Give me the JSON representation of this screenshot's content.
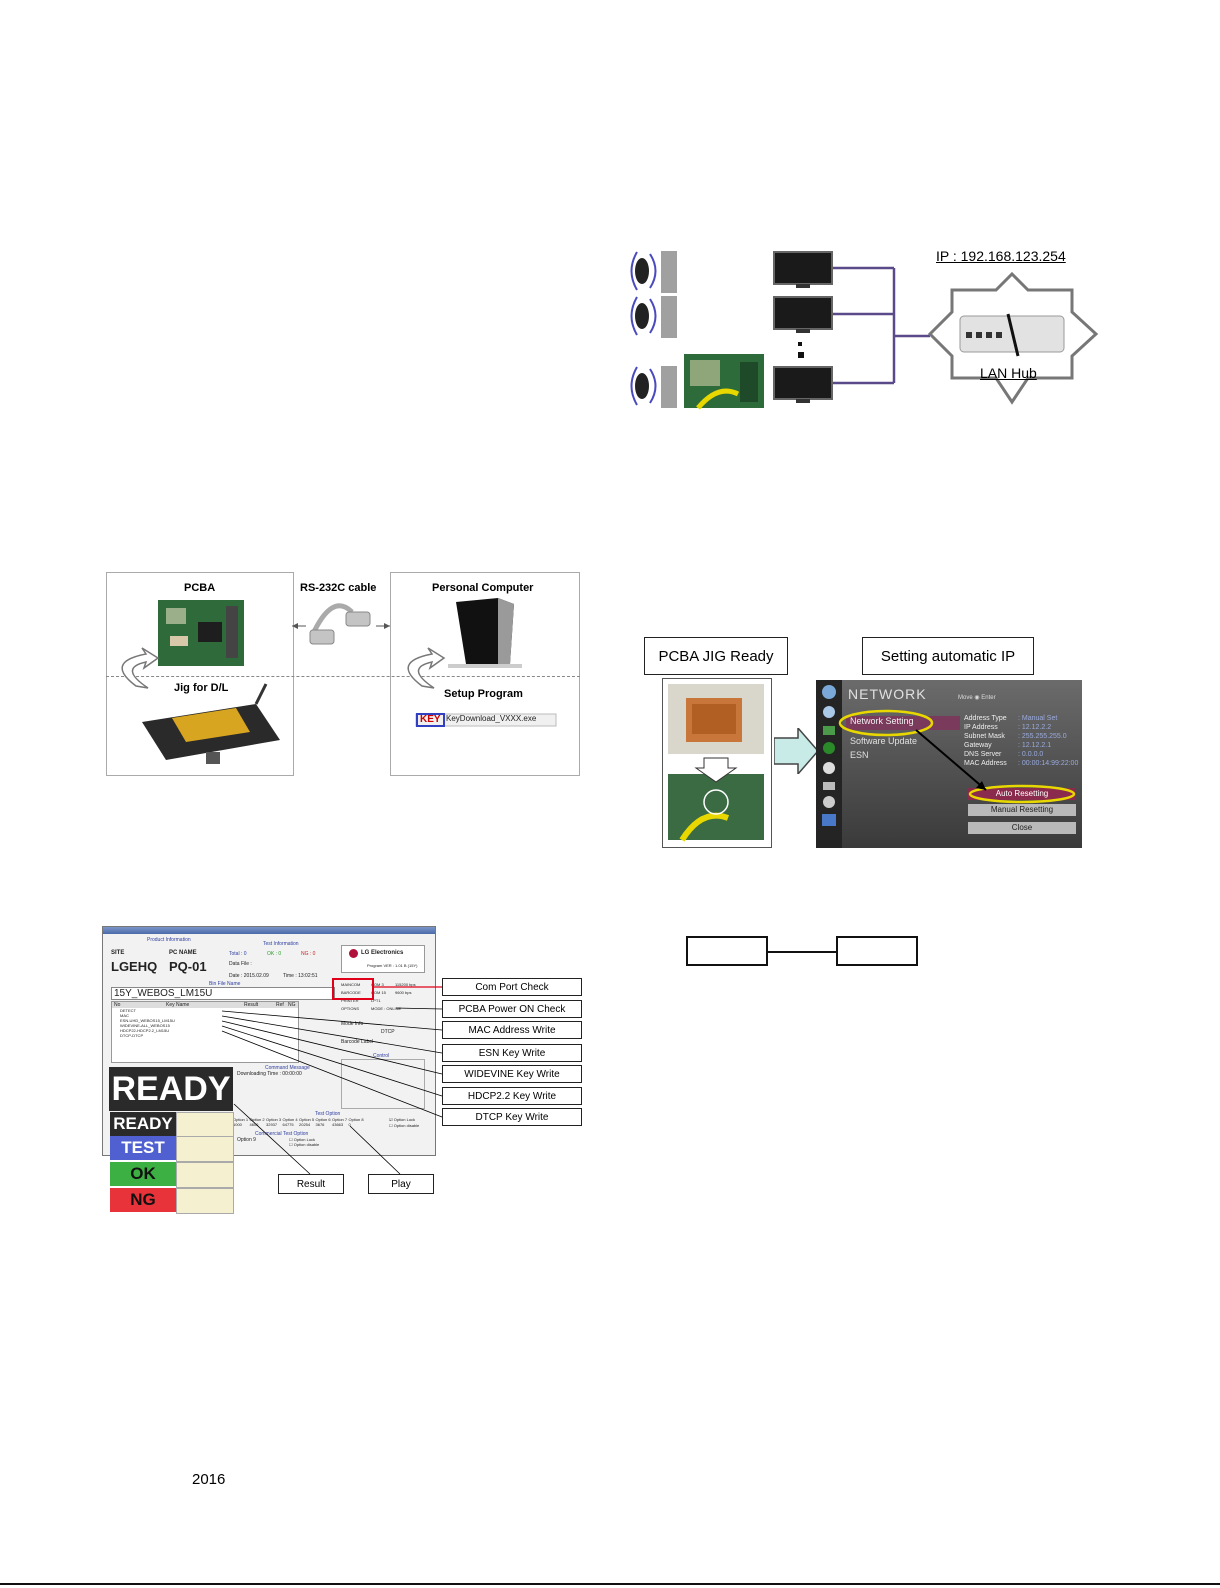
{
  "network_figure": {
    "ip_label": "IP : 192.168.123.254",
    "hub_label": "LAN Hub"
  },
  "pcba_figure": {
    "pcba_title": "PCBA",
    "cable_title": "RS-232C cable",
    "pc_title": "Personal Computer",
    "jig_label": "Jig for D/L",
    "setup_label": "Setup Program",
    "key_logo": "KEY",
    "key_file": "KeyDownload_VXXX.exe"
  },
  "auto_ip_figure": {
    "jig_ready_label": "PCBA JIG Ready",
    "auto_ip_label": "Setting automatic IP",
    "menu_title": "NETWORK",
    "menu_hint_move": "Move",
    "menu_hint_enter": "Enter",
    "menu_items": [
      "Network Setting",
      "Software Update",
      "ESN"
    ],
    "details": [
      {
        "k": "Address Type",
        "v": ": Manual Set"
      },
      {
        "k": "IP Address",
        "v": ": 12.12.2.2"
      },
      {
        "k": "Subnet Mask",
        "v": ": 255.255.255.0"
      },
      {
        "k": "Gateway",
        "v": ": 12.12.2.1"
      },
      {
        "k": "DNS Server",
        "v": ": 0.0.0.0"
      },
      {
        "k": "MAC Address",
        "v": ": 00:00:14:99:22:00"
      }
    ],
    "buttons": [
      "Auto Resetting",
      "Manual Resetting",
      "Close"
    ]
  },
  "program_figure": {
    "site_header": "SITE",
    "site_value": "LGEHQ",
    "pc_header": "PC NAME",
    "pc_value": "PQ-01",
    "product_info": "Product Information",
    "test_info": "Test Information",
    "total": "Total : 0",
    "ok": "OK : 0",
    "ng": "NG : 0",
    "data_file": "Data File :",
    "date": "Date : 2015.02.09",
    "time": "Time : 13:02:51",
    "brand": "LG Electronics",
    "program_ver": "Program VER : 1.01 B (15Y)",
    "file_name_caption": "Bin File Name",
    "file_name": "15Y_WEBOS_LM15U",
    "table_headers": [
      "No",
      "Key Name",
      "Result",
      "Ref",
      "NG"
    ],
    "table_rows": [
      "DETECT",
      "MAC",
      "ESN-UHD_WEBOS15_LM15U",
      "WIDEVINE-ALL_WEBOS15",
      "HDCP22-HDCP2.2_LM15U",
      "DTCP-DTCP",
      "",
      "",
      "",
      ""
    ],
    "ports": [
      {
        "k": "MAINCOM",
        "v": "COM 3",
        "s": "115200 bps"
      },
      {
        "k": "BARCODE",
        "v": "COM 15",
        "s": "9600 bps"
      },
      {
        "k": "PRINTER",
        "v": "LPT1",
        "s": ""
      },
      {
        "k": "OPTIONS",
        "v": "MODE : ONLINE",
        "s": ""
      }
    ],
    "mode_info": "Mode Info",
    "dtcp": "DTCP",
    "barcode_label": "Barcode Label",
    "control": "Control",
    "downloading_time": "Downloading Time : 00:00:00",
    "command_message": "Command Message",
    "status_ready": "READY",
    "status_list": [
      "READY",
      "TEST",
      "OK",
      "NG"
    ],
    "test_option": "Test Option",
    "options": [
      "Option 1",
      "Option 2",
      "Option 3",
      "Option 4",
      "Option 5",
      "Option 6",
      "Option 7",
      "Option 8"
    ],
    "option_values": [
      "1000",
      "4600",
      "32937",
      "64775",
      "20254",
      "3676",
      "43663",
      "0"
    ],
    "commercial_option": "Commercial Test Option",
    "option9": "Option 9",
    "option_lock": "Option Lock",
    "option_disable": "Option disable",
    "callouts": [
      "Com Port Check",
      "PCBA Power ON Check",
      "MAC Address Write",
      "ESN Key Write",
      "WIDEVINE Key Write",
      "HDCP2.2 Key Write",
      "DTCP Key Write"
    ],
    "result_label": "Result",
    "play_label": "Play"
  },
  "footer": {
    "year": "2016"
  },
  "colors": {
    "purple": "#5a4a8a",
    "ok_green": "#3cb043",
    "ng_red": "#e8333a",
    "test_blue": "#5060d0",
    "highlight_yellow": "#e8d800",
    "callout_red": "#e0001a"
  }
}
